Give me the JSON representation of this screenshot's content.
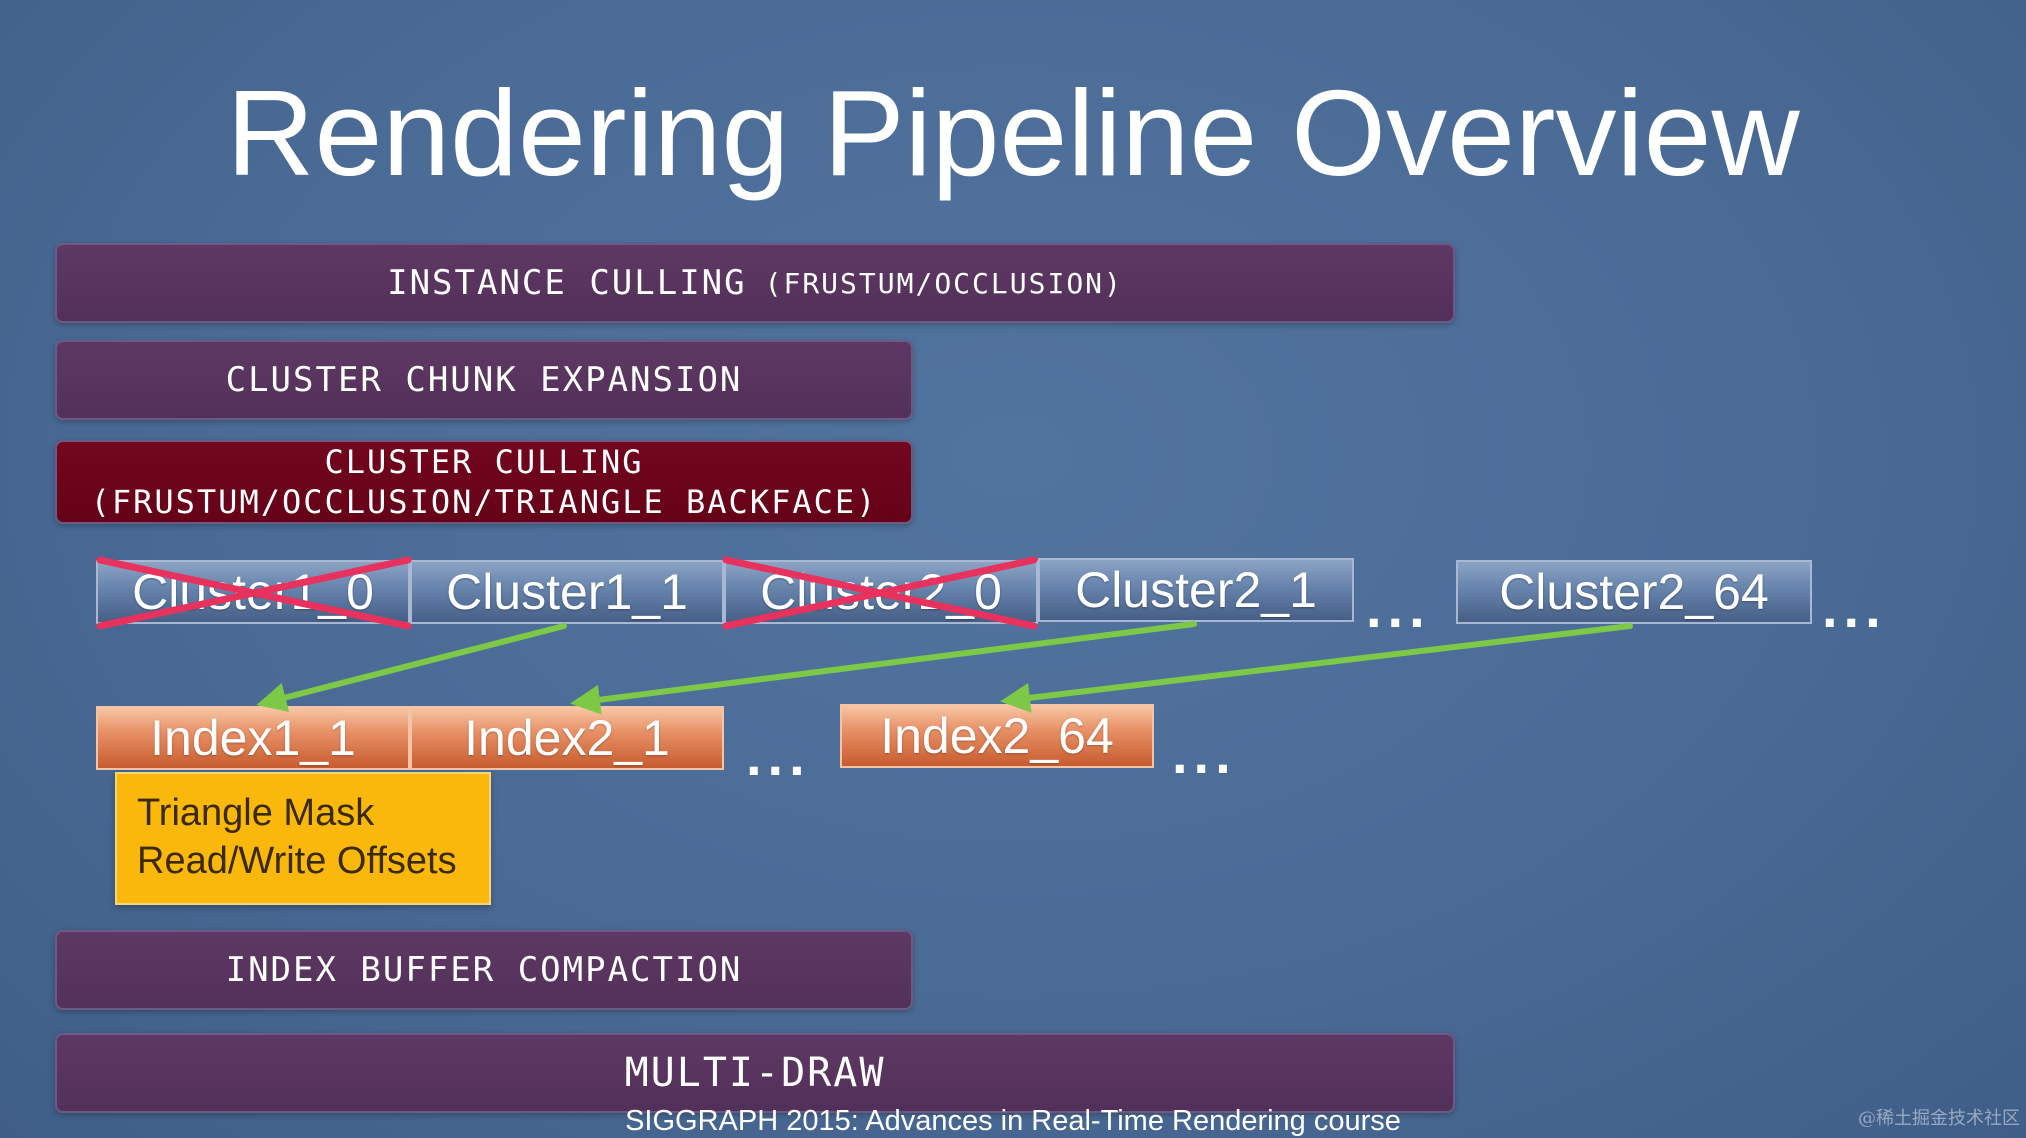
{
  "title": "Rendering Pipeline Overview",
  "stages": {
    "instance_culling": {
      "label": "INSTANCE CULLING",
      "sub": "(FRUSTUM/OCCLUSION)"
    },
    "cluster_chunk_expansion": {
      "label": "CLUSTER CHUNK EXPANSION"
    },
    "cluster_culling": {
      "label": "CLUSTER CULLING",
      "sub": "(FRUSTUM/OCCLUSION/TRIANGLE BACKFACE)"
    },
    "index_buffer_compaction": {
      "label": "INDEX BUFFER COMPACTION"
    },
    "multi_draw": {
      "label": "MULTI-DRAW"
    }
  },
  "clusters": [
    {
      "label": "Cluster1_0",
      "culled": true
    },
    {
      "label": "Cluster1_1",
      "culled": false
    },
    {
      "label": "Cluster2_0",
      "culled": true
    },
    {
      "label": "Cluster2_1",
      "culled": false
    },
    {
      "label": "Cluster2_64",
      "culled": false
    }
  ],
  "indices": [
    {
      "label": "Index1_1"
    },
    {
      "label": "Index2_1"
    },
    {
      "label": "Index2_64"
    }
  ],
  "ellipsis": "...",
  "mask_note": {
    "line1": "Triangle Mask",
    "line2": "Read/Write Offsets"
  },
  "colors": {
    "stage": "#5a3461",
    "cull_stage": "#6b0219",
    "cross": "#e8325e",
    "arrow": "#7dc846",
    "mask_note": "#fbb80c"
  },
  "footer": "SIGGRAPH 2015: Advances in Real-Time Rendering course",
  "watermark": "@稀土掘金技术社区"
}
